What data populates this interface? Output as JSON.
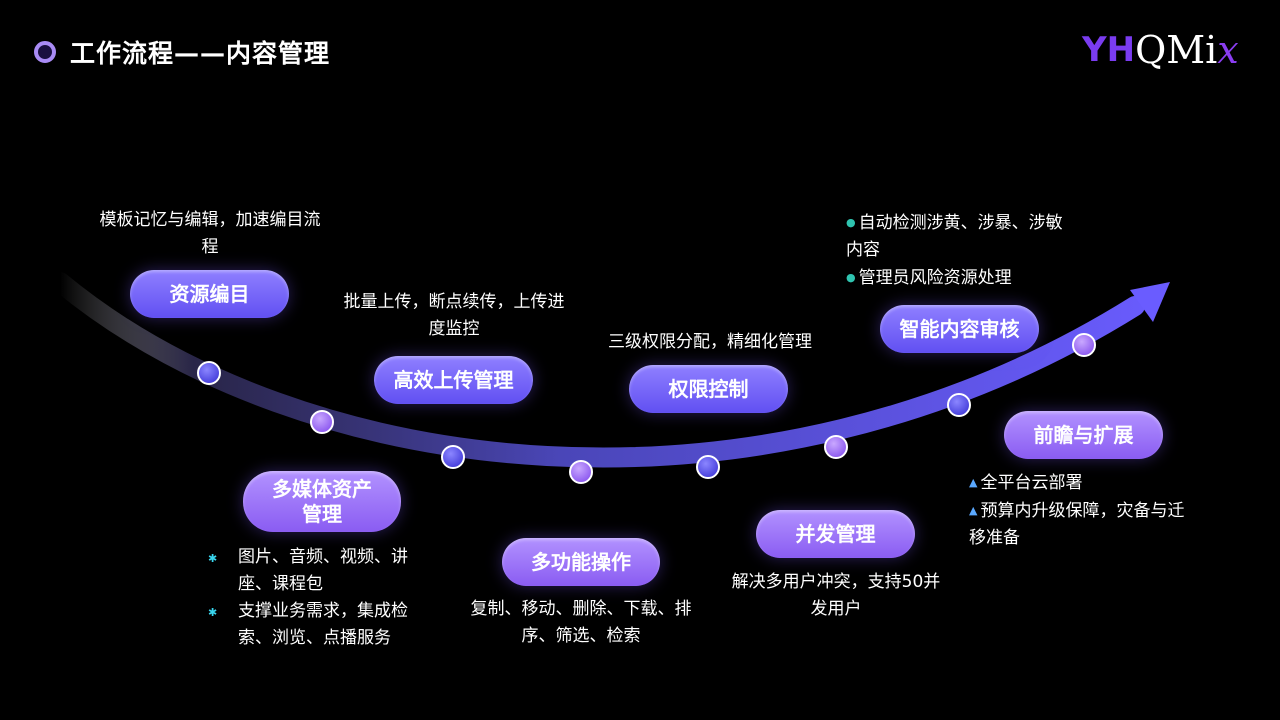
{
  "header": {
    "title": "工作流程——内容管理"
  },
  "logo": {
    "mark": "YH",
    "text": "QMi",
    "x": "x"
  },
  "colors": {
    "accent_blue": "#6150f2",
    "accent_purple": "#8a5cf2",
    "background": "#000000"
  },
  "stages": [
    {
      "label": "资源编目",
      "description": "模板记忆与编辑，加速编目流程"
    },
    {
      "label_line1": "多媒体资产",
      "label_line2": "管理",
      "bullets": [
        "图片、音频、视频、讲座、课程包",
        "支撑业务需求，集成检索、浏览、点播服务"
      ],
      "bullet_icon": "snowflake-icon"
    },
    {
      "label": "高效上传管理",
      "description": "批量上传，断点续传，上传进度监控"
    },
    {
      "label": "多功能操作",
      "description": "复制、移动、删除、下载、排序、筛选、检索"
    },
    {
      "label": "权限控制",
      "description": "三级权限分配，精细化管理"
    },
    {
      "label": "并发管理",
      "description": "解决多用户冲突，支持50并发用户"
    },
    {
      "label": "智能内容审核",
      "bullets": [
        "自动检测涉黄、涉暴、涉敏内容",
        "管理员风险资源处理"
      ],
      "bullet_icon": "person-icon"
    },
    {
      "label": "前瞻与扩展",
      "bullets": [
        "全平台云部署",
        "预算内升级保障，灾备与迁移准备"
      ],
      "bullet_icon": "person-icon"
    }
  ]
}
